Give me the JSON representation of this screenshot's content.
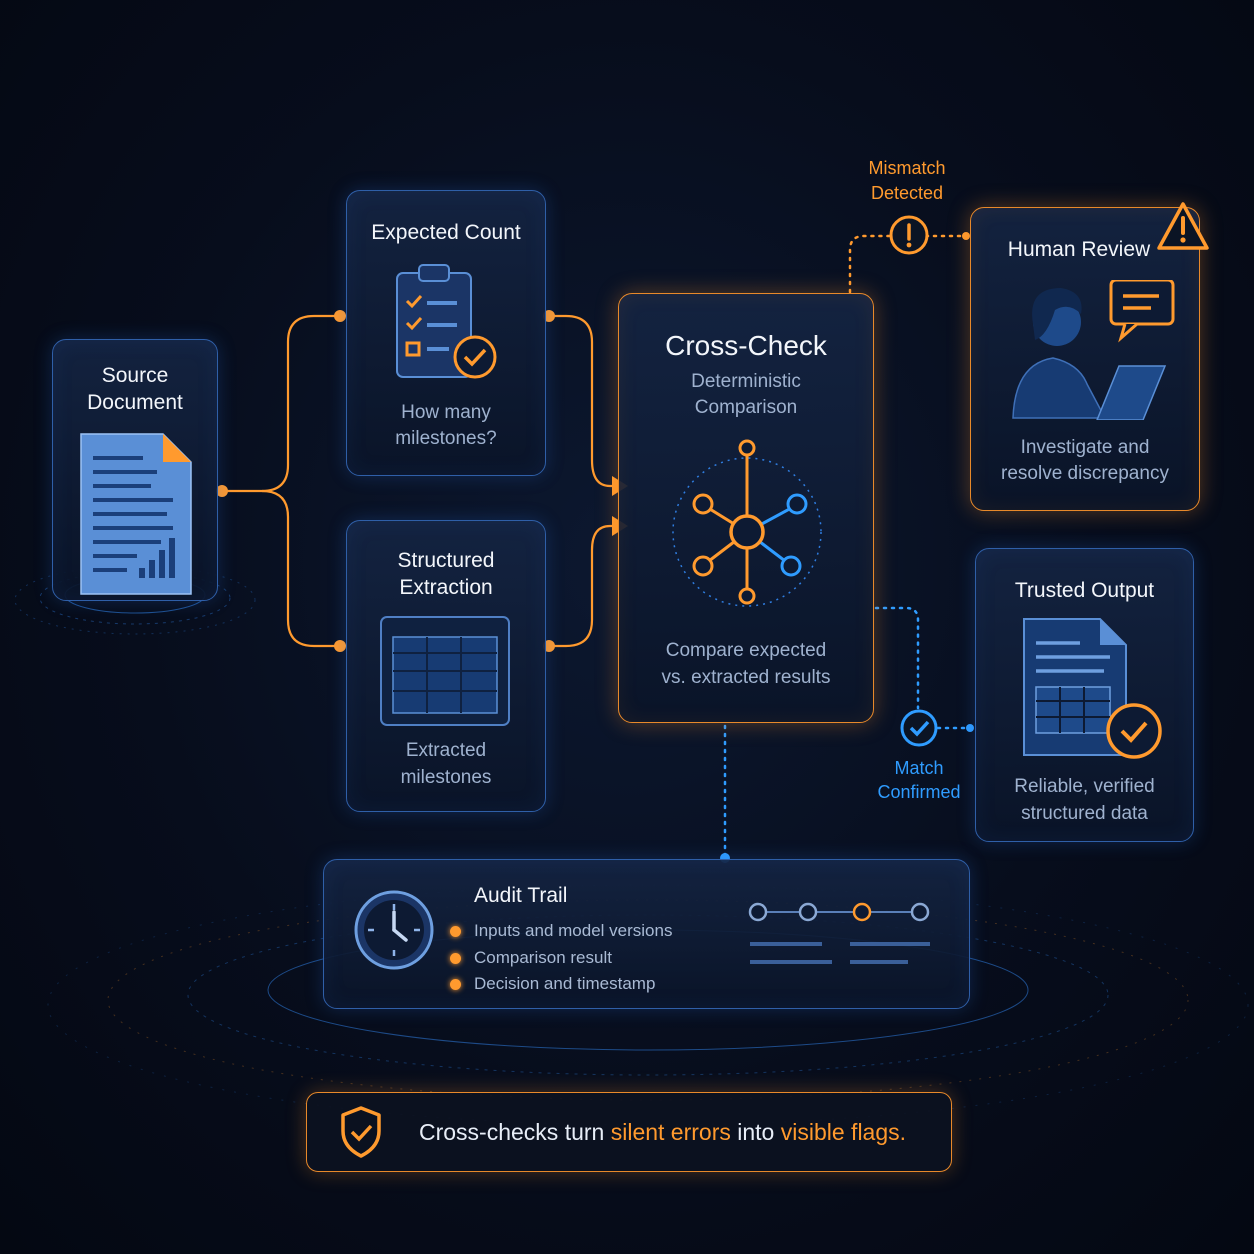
{
  "nodes": {
    "source": {
      "title_line1": "Source",
      "title_line2": "Document"
    },
    "expected": {
      "title": "Expected Count",
      "desc_line1": "How many",
      "desc_line2": "milestones?"
    },
    "extraction": {
      "title_line1": "Structured",
      "title_line2": "Extraction",
      "desc_line1": "Extracted",
      "desc_line2": "milestones"
    },
    "crosscheck": {
      "title": "Cross-Check",
      "subtitle_line1": "Deterministic",
      "subtitle_line2": "Comparison",
      "desc_line1": "Compare expected",
      "desc_line2": "vs. extracted results"
    },
    "review": {
      "title": "Human Review",
      "desc_line1": "Investigate and",
      "desc_line2": "resolve discrepancy"
    },
    "output": {
      "title": "Trusted Output",
      "desc_line1": "Reliable, verified",
      "desc_line2": "structured data"
    }
  },
  "edges": {
    "mismatch": {
      "line1": "Mismatch",
      "line2": "Detected"
    },
    "match": {
      "line1": "Match",
      "line2": "Confirmed"
    }
  },
  "audit": {
    "title": "Audit Trail",
    "items": [
      "Inputs and model versions",
      "Comparison result",
      "Decision and timestamp"
    ]
  },
  "banner": {
    "prefix": "Cross-checks turn ",
    "highlight1": "silent errors",
    "middle": " into ",
    "highlight2": "visible flags."
  },
  "colors": {
    "accent_orange": "#ff9a2e",
    "accent_blue": "#2f9cff",
    "card_border_blue": "#2f5fa8",
    "background": "#070d1c"
  },
  "icons": {
    "source": "document-chart-icon",
    "expected": "clipboard-checklist-icon",
    "extraction": "table-grid-icon",
    "crosscheck": "network-hub-icon",
    "review": "person-laptop-icon",
    "warning": "warning-triangle-icon",
    "output": "verified-document-icon",
    "audit": "clock-icon",
    "banner": "shield-check-icon"
  }
}
